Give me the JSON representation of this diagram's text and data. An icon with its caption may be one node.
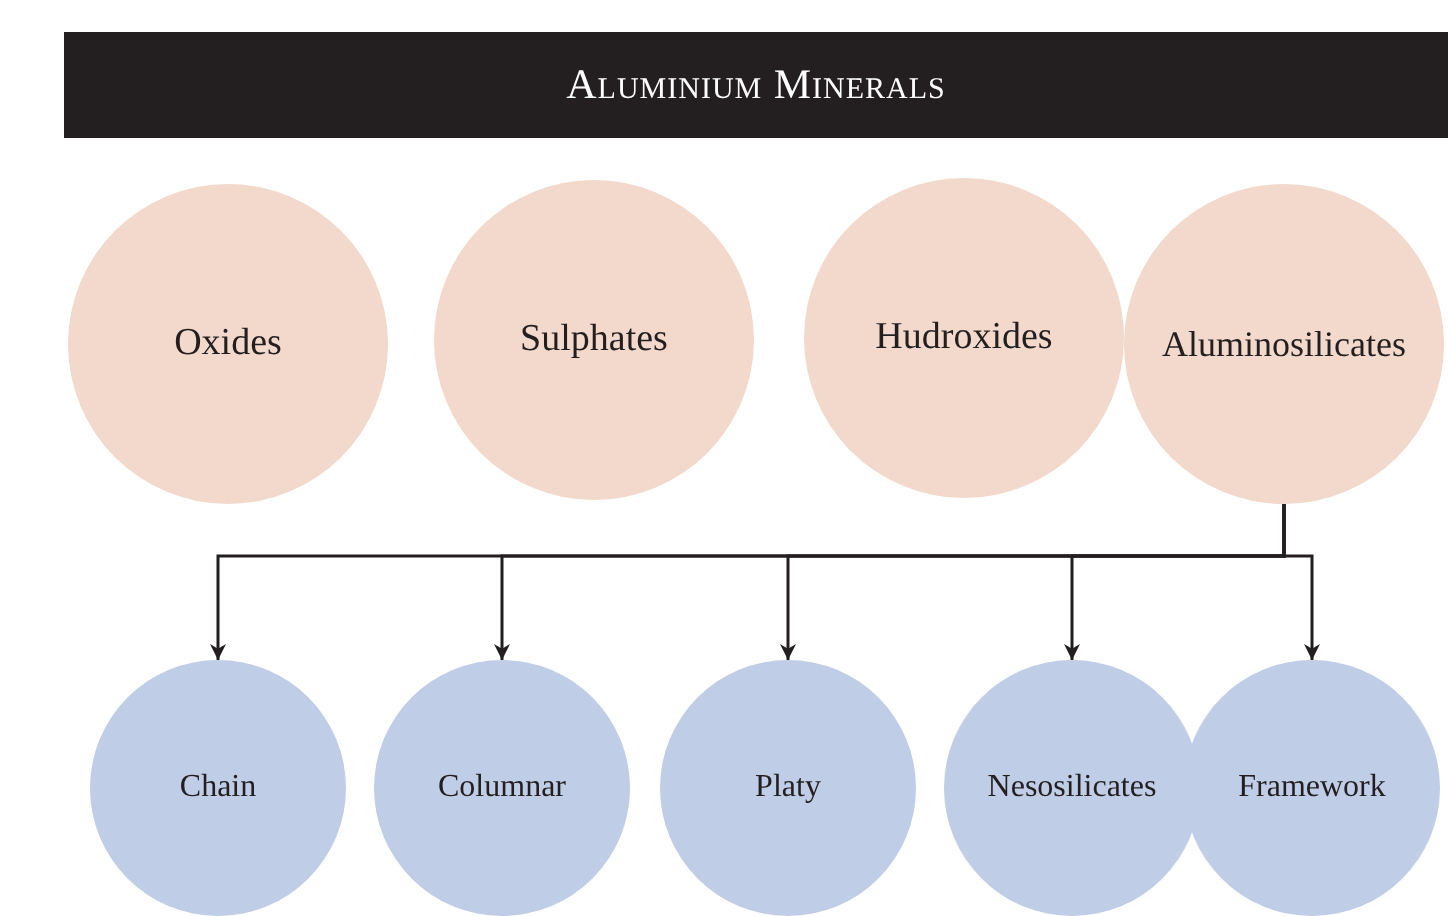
{
  "diagram": {
    "title": "Aluminium Minerals",
    "nodes": [
      {
        "text": [
          "Oxides"
        ]
      },
      {
        "text": [
          "Sulphates"
        ]
      },
      {
        "text": [
          "Hudroxides"
        ]
      },
      {
        "text": [
          "Aluminosilicates"
        ]
      },
      {
        "text": [
          "Chain"
        ]
      },
      {
        "text": [
          "Columnar"
        ]
      },
      {
        "text": [
          "Platy"
        ]
      },
      {
        "text": [
          "Nesosilicates"
        ]
      },
      {
        "text": [
          "Framework"
        ]
      }
    ],
    "edges": [
      {
        "from": 3,
        "to": 4,
        "arrow": "to"
      },
      {
        "from": 3,
        "to": 5,
        "arrow": "to"
      },
      {
        "from": 3,
        "to": 6,
        "arrow": "to"
      },
      {
        "from": 3,
        "to": 7,
        "arrow": "to"
      },
      {
        "from": 3,
        "to": 8,
        "arrow": "to"
      }
    ]
  }
}
